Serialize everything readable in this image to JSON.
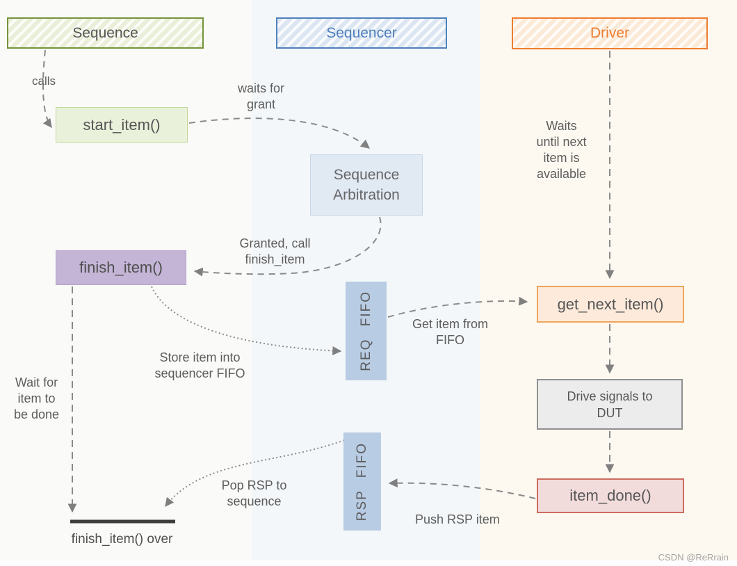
{
  "columns": {
    "sequence": {
      "label": "Sequence",
      "accent": "#77933c"
    },
    "sequencer": {
      "label": "Sequencer",
      "accent": "#4f81bd"
    },
    "driver": {
      "label": "Driver",
      "accent": "#ed7d31"
    }
  },
  "nodes": {
    "start_item": {
      "label": "start_item()",
      "fill": "#eaf1db"
    },
    "sequence_arbitration": {
      "label": "Sequence\nArbitration",
      "fill": "#e1e9f3"
    },
    "finish_item": {
      "label": "finish_item()",
      "fill": "#c4b5d6"
    },
    "req_fifo": {
      "label": "REQ FIFO",
      "fill": "#b8cce4"
    },
    "get_next_item": {
      "label": "get_next_item()",
      "fill": "#fdeada"
    },
    "drive_signals": {
      "label": "Drive signals to\nDUT",
      "fill": "#ececec"
    },
    "item_done": {
      "label": "item_done()",
      "fill": "#f2dcdb"
    },
    "rsp_fifo": {
      "label": "RSP FIFO",
      "fill": "#b8cce4"
    },
    "finish_item_over": {
      "label": "finish_item() over"
    }
  },
  "edge_labels": {
    "calls": "calls",
    "waits_for_grant": "waits for\ngrant",
    "granted_call_finish_item": "Granted, call\nfinish_item",
    "waits_until_next_item": "Waits\nuntil next\nitem is\navailable",
    "get_item_from_fifo": "Get item from\nFIFO",
    "store_item_into_fifo": "Store item into\nsequencer FIFO",
    "wait_for_item_done": "Wait for\nitem to\nbe done",
    "pop_rsp_to_sequence": "Pop RSP to\nsequence",
    "push_rsp_item": "Push RSP item"
  },
  "watermark": "CSDN @ReRrain"
}
